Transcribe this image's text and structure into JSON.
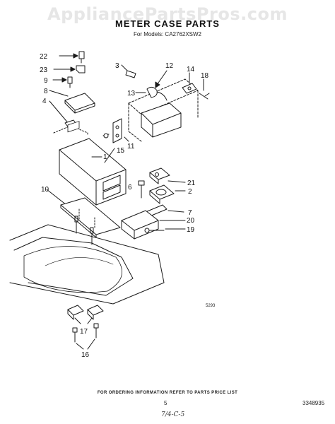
{
  "header": {
    "watermark": "AppliancePartsPros.com",
    "title": "METER CASE PARTS",
    "subtitle": "For Models: CA2762XSW2"
  },
  "diagram": {
    "figure_number": "5293",
    "callouts": [
      "22",
      "23",
      "9",
      "8",
      "4",
      "3",
      "12",
      "14",
      "18",
      "13",
      "11",
      "1",
      "15",
      "10",
      "6",
      "21",
      "2",
      "7",
      "20",
      "19",
      "17",
      "16"
    ]
  },
  "footer": {
    "ordering_note": "FOR ORDERING INFORMATION REFER TO PARTS PRICE LIST",
    "page_number": "5",
    "document_number": "3348935",
    "handwritten_note": "7/4-C-5"
  }
}
